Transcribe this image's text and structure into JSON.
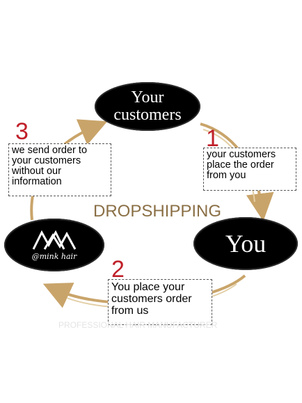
{
  "nodes": {
    "customers": {
      "line1": "Your",
      "line2": "customers"
    },
    "you": {
      "label": "You"
    },
    "brand": {
      "label": "@mink hair"
    }
  },
  "steps": [
    {
      "number": "1",
      "lines": [
        "your customers",
        "place the order",
        "from you"
      ]
    },
    {
      "number": "2",
      "lines": [
        "You place your",
        "customers order",
        "from us"
      ]
    },
    {
      "number": "3",
      "lines": [
        "we send order to",
        "your customers",
        "without our",
        "information"
      ]
    }
  ],
  "center_label": "DROPSHIPPING",
  "watermark": "PROFESSIONAL HAIR MANUFACTURER",
  "colors": {
    "oval": "#000000",
    "arrow": "#c9a46a",
    "number": "#c0202a",
    "center_label": "#8a6f45"
  }
}
